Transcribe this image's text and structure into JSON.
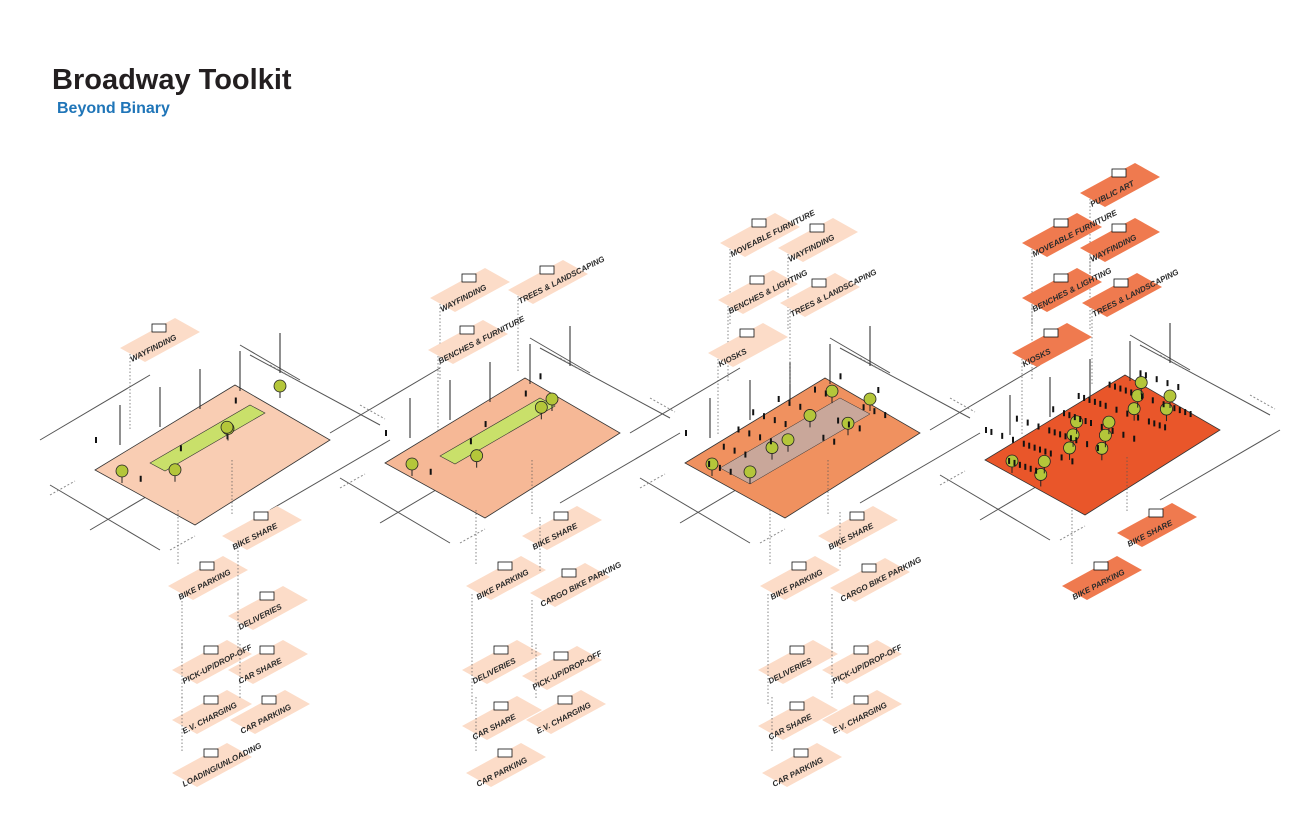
{
  "header": {
    "title": "Broadway Toolkit",
    "subtitle": "Beyond Binary"
  },
  "colors": {
    "light_tile": "#fcdcc8",
    "dark_tile": "#ef7a4f",
    "plaza_1": "#f9cdb3",
    "plaza_2": "#f6b896",
    "plaza_3": "#f0915f",
    "plaza_4": "#e9562a",
    "green": "#c9e06a",
    "title_blue": "#1f75b8"
  },
  "panels": [
    {
      "name": "scenario-1",
      "top_labels": [
        "WAYFINDING"
      ],
      "bottom_labels": [
        "BIKE SHARE",
        "BIKE PARKING",
        "DELIVERIES",
        "PICK-UP/DROP-OFF",
        "CAR SHARE",
        "E.V. CHARGING",
        "CAR PARKING",
        "LOADING/UNLOADING"
      ]
    },
    {
      "name": "scenario-2",
      "top_labels": [
        "WAYFINDING",
        "TREES & LANDSCAPING",
        "BENCHES & FURNITURE"
      ],
      "bottom_labels": [
        "BIKE SHARE",
        "BIKE PARKING",
        "CARGO BIKE PARKING",
        "DELIVERIES",
        "PICK-UP/DROP-OFF",
        "CAR SHARE",
        "E.V. CHARGING",
        "CAR PARKING"
      ]
    },
    {
      "name": "scenario-3",
      "top_labels": [
        "MOVEABLE FURNITURE",
        "WAYFINDING",
        "BENCHES & LIGHTING",
        "TREES & LANDSCAPING",
        "KIOSKS"
      ],
      "bottom_labels": [
        "BIKE SHARE",
        "BIKE PARKING",
        "CARGO BIKE PARKING",
        "DELIVERIES",
        "PICK-UP/DROP-OFF",
        "CAR SHARE",
        "E.V. CHARGING",
        "CAR PARKING"
      ]
    },
    {
      "name": "scenario-4",
      "top_labels": [
        "PUBLIC ART",
        "MOVEABLE FURNITURE",
        "WAYFINDING",
        "BENCHES & LIGHTING",
        "TREES & LANDSCAPING",
        "KIOSKS"
      ],
      "bottom_labels": [
        "BIKE SHARE",
        "BIKE PARKING"
      ]
    }
  ]
}
